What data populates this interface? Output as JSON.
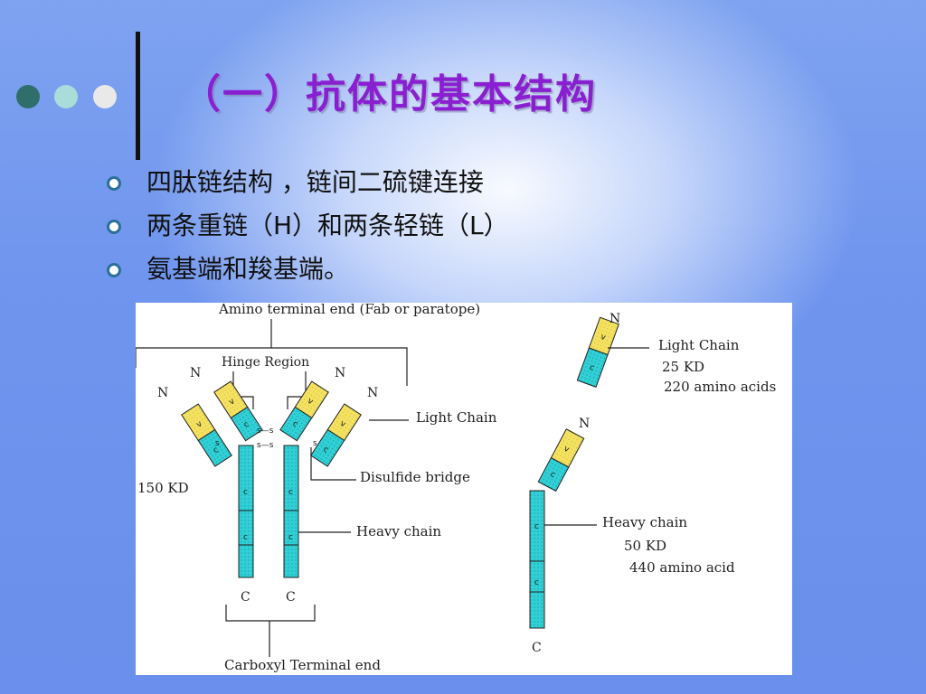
{
  "slide": {
    "title": "（一）抗体的基本结构",
    "bullets": [
      "四肽链结构 ，链间二硫键连接",
      "两条重链（H）和两条轻链（L）",
      "氨基端和羧基端。"
    ]
  },
  "figure": {
    "amino_end": "Amino terminal end (Fab or paratope)",
    "hinge": "Hinge Region",
    "light_chain": "Light Chain",
    "disulfide": "Disulfide bridge",
    "heavy_chain": "Heavy chain",
    "weight": "150 KD",
    "carboxyl_end": "Carboxyl Terminal end",
    "lc_title": "Light Chain",
    "lc_kd": "25 KD",
    "lc_aa": "220 amino acids",
    "hc_title": "Heavy chain",
    "hc_kd": "50 KD",
    "hc_aa": "440 amino acid",
    "n": "N",
    "c": "C",
    "v": "v",
    "cdom": "c",
    "ss": "s—s",
    "s": "s"
  },
  "colors": {
    "title": "#8a1fd1",
    "cyan": "#2fd0d6",
    "yellow": "#f4e160"
  }
}
